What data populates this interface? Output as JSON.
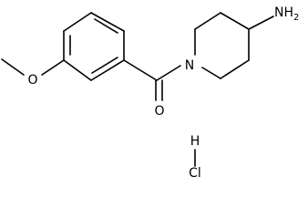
{
  "molecule": {
    "atoms": {
      "oxygen_methoxy": "O",
      "oxygen_carbonyl": "O",
      "nitrogen_ring": "N",
      "amine": "NH",
      "amine_subscript": "2",
      "hydrogen": "H",
      "chlorine": "Cl"
    }
  }
}
